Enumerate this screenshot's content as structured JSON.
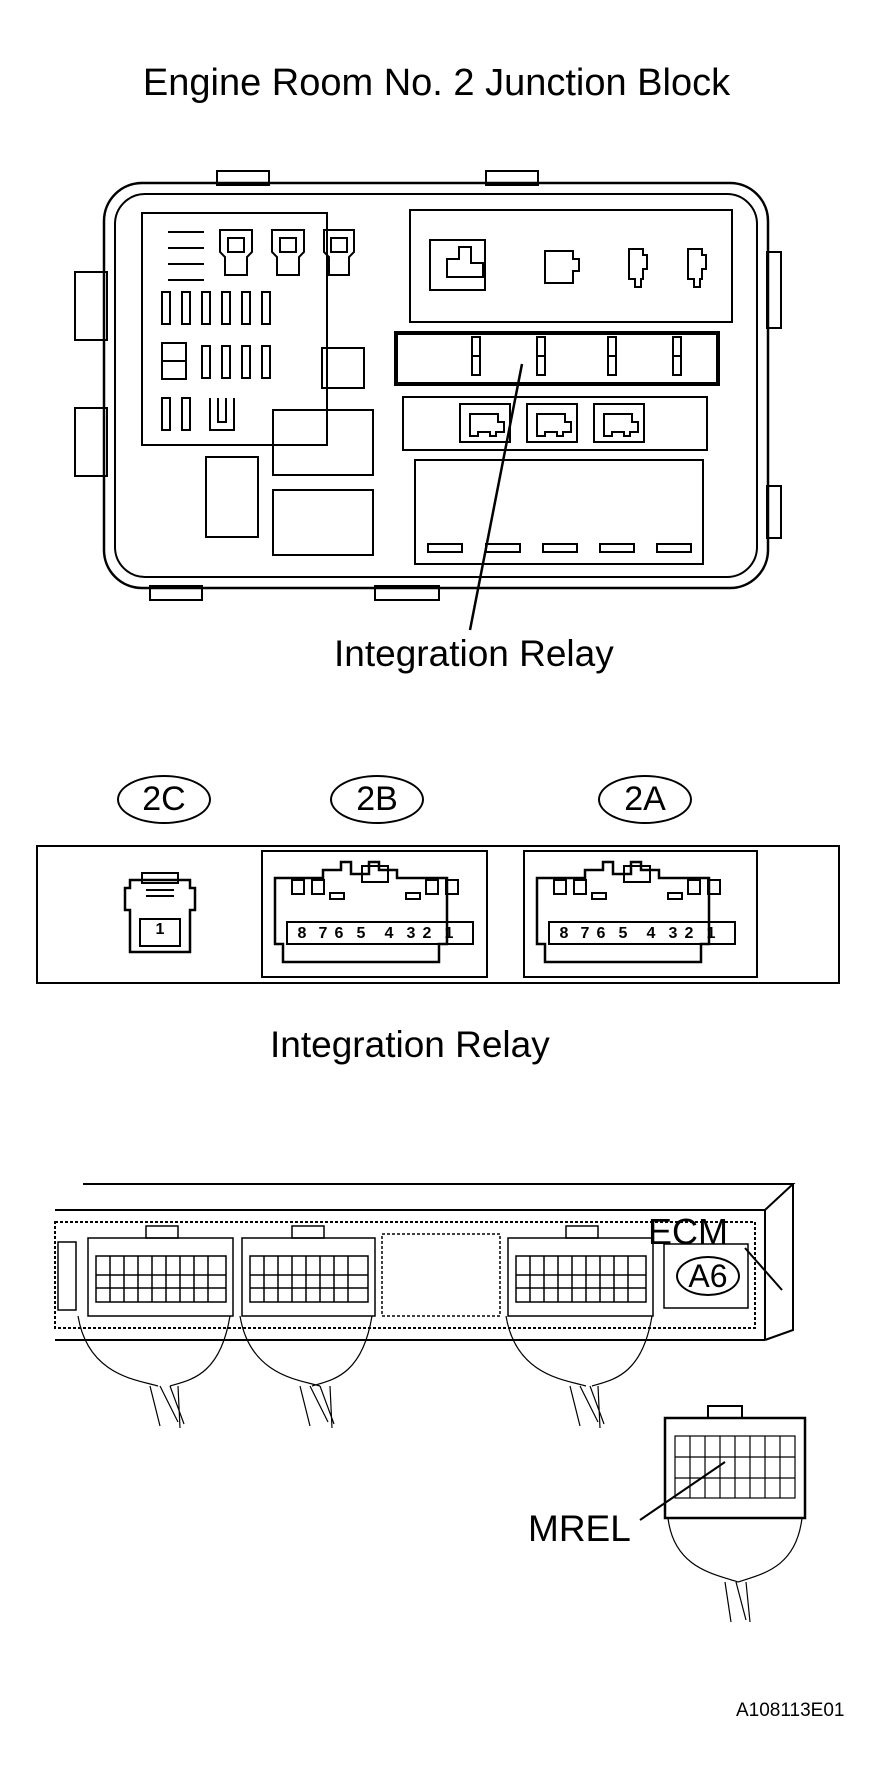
{
  "title": "Engine Room No. 2 Junction Block",
  "callout_integration_relay": "Integration Relay",
  "connectors": [
    {
      "code": "2C",
      "pins": [
        "1"
      ]
    },
    {
      "code": "2B",
      "pins": [
        "8",
        "7",
        "6",
        "5",
        "4",
        "3",
        "2",
        "1"
      ]
    },
    {
      "code": "2A",
      "pins": [
        "8",
        "7",
        "6",
        "5",
        "4",
        "3",
        "2",
        "1"
      ]
    }
  ],
  "connector_caption": "Integration Relay",
  "ecm_label": "ECM",
  "ecm_connector_code": "A6",
  "terminal_label": "MREL",
  "figure_ref": "A108113E01"
}
